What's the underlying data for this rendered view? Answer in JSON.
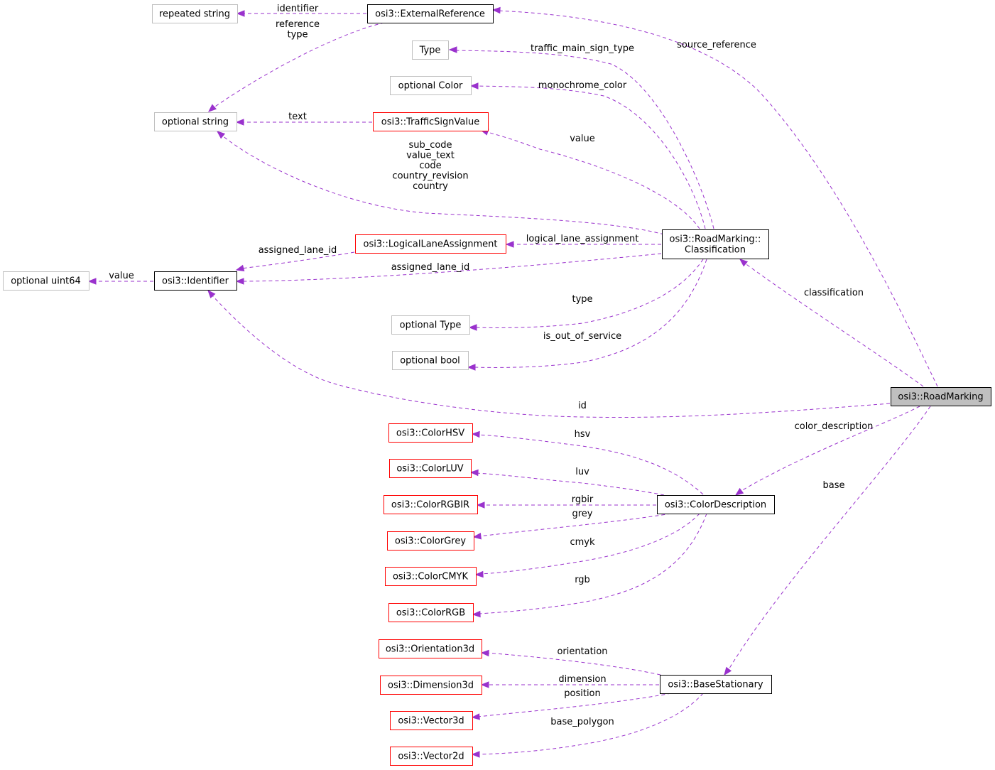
{
  "colors": {
    "edge": "#9a32cd",
    "node_black_border": "#000000",
    "node_red_border": "#ff0000",
    "node_grey_border": "#bfbfbf",
    "root_fill": "#bfbfbf"
  },
  "nodes": {
    "repeated_string": {
      "label": "repeated string",
      "style": "grey"
    },
    "external_reference": {
      "label": "osi3::ExternalReference",
      "style": "black"
    },
    "type": {
      "label": "Type",
      "style": "grey"
    },
    "optional_color": {
      "label": "optional Color",
      "style": "grey"
    },
    "optional_string": {
      "label": "optional string",
      "style": "grey"
    },
    "traffic_sign_value": {
      "label": "osi3::TrafficSignValue",
      "style": "red"
    },
    "logical_lane_assignment": {
      "label": "osi3::LogicalLaneAssignment",
      "style": "red"
    },
    "classification": {
      "label": "osi3::RoadMarking::\nClassification",
      "style": "black"
    },
    "optional_uint64": {
      "label": "optional uint64",
      "style": "grey"
    },
    "identifier": {
      "label": "osi3::Identifier",
      "style": "black"
    },
    "optional_type": {
      "label": "optional Type",
      "style": "grey"
    },
    "optional_bool": {
      "label": "optional bool",
      "style": "grey"
    },
    "road_marking": {
      "label": "osi3::RoadMarking",
      "style": "root"
    },
    "color_hsv": {
      "label": "osi3::ColorHSV",
      "style": "red"
    },
    "color_luv": {
      "label": "osi3::ColorLUV",
      "style": "red"
    },
    "color_rgbir": {
      "label": "osi3::ColorRGBIR",
      "style": "red"
    },
    "color_description": {
      "label": "osi3::ColorDescription",
      "style": "black"
    },
    "color_grey": {
      "label": "osi3::ColorGrey",
      "style": "red"
    },
    "color_cmyk": {
      "label": "osi3::ColorCMYK",
      "style": "red"
    },
    "color_rgb": {
      "label": "osi3::ColorRGB",
      "style": "red"
    },
    "orientation3d": {
      "label": "osi3::Orientation3d",
      "style": "red"
    },
    "dimension3d": {
      "label": "osi3::Dimension3d",
      "style": "red"
    },
    "base_stationary": {
      "label": "osi3::BaseStationary",
      "style": "black"
    },
    "vector3d": {
      "label": "osi3::Vector3d",
      "style": "red"
    },
    "vector2d": {
      "label": "osi3::Vector2d",
      "style": "red"
    }
  },
  "edges": [
    {
      "id": "ext_identifier",
      "from": "external_reference",
      "to": "repeated_string",
      "label": "identifier"
    },
    {
      "id": "ext_reference_type",
      "from": "external_reference",
      "to": "optional_string",
      "label": "reference\ntype"
    },
    {
      "id": "rm_source_reference",
      "from": "road_marking",
      "to": "external_reference",
      "label": "source_reference"
    },
    {
      "id": "cls_traffic_main_sign_type",
      "from": "classification",
      "to": "type",
      "label": "traffic_main_sign_type"
    },
    {
      "id": "cls_monochrome_color",
      "from": "classification",
      "to": "optional_color",
      "label": "monochrome_color"
    },
    {
      "id": "tsv_text",
      "from": "traffic_sign_value",
      "to": "optional_string",
      "label": "text"
    },
    {
      "id": "cls_value",
      "from": "classification",
      "to": "traffic_sign_value",
      "label": "value"
    },
    {
      "id": "cls_string_fields",
      "from": "classification",
      "to": "optional_string",
      "label": "sub_code\nvalue_text\ncode\ncountry_revision\ncountry"
    },
    {
      "id": "cls_logical_lane_assignment",
      "from": "classification",
      "to": "logical_lane_assignment",
      "label": "logical_lane_assignment"
    },
    {
      "id": "lla_assigned_lane_id",
      "from": "logical_lane_assignment",
      "to": "identifier",
      "label": "assigned_lane_id"
    },
    {
      "id": "cls_assigned_lane_id",
      "from": "classification",
      "to": "identifier",
      "label": "assigned_lane_id"
    },
    {
      "id": "id_value",
      "from": "identifier",
      "to": "optional_uint64",
      "label": "value"
    },
    {
      "id": "cls_type",
      "from": "classification",
      "to": "optional_type",
      "label": "type"
    },
    {
      "id": "cls_is_out_of_service",
      "from": "classification",
      "to": "optional_bool",
      "label": "is_out_of_service"
    },
    {
      "id": "rm_classification",
      "from": "road_marking",
      "to": "classification",
      "label": "classification"
    },
    {
      "id": "rm_id",
      "from": "road_marking",
      "to": "identifier",
      "label": "id"
    },
    {
      "id": "rm_color_description",
      "from": "road_marking",
      "to": "color_description",
      "label": "color_description"
    },
    {
      "id": "cd_hsv",
      "from": "color_description",
      "to": "color_hsv",
      "label": "hsv"
    },
    {
      "id": "cd_luv",
      "from": "color_description",
      "to": "color_luv",
      "label": "luv"
    },
    {
      "id": "cd_rgbir",
      "from": "color_description",
      "to": "color_rgbir",
      "label": "rgbir"
    },
    {
      "id": "cd_grey",
      "from": "color_description",
      "to": "color_grey",
      "label": "grey"
    },
    {
      "id": "cd_cmyk",
      "from": "color_description",
      "to": "color_cmyk",
      "label": "cmyk"
    },
    {
      "id": "cd_rgb",
      "from": "color_description",
      "to": "color_rgb",
      "label": "rgb"
    },
    {
      "id": "rm_base",
      "from": "road_marking",
      "to": "base_stationary",
      "label": "base"
    },
    {
      "id": "bs_orientation",
      "from": "base_stationary",
      "to": "orientation3d",
      "label": "orientation"
    },
    {
      "id": "bs_dimension",
      "from": "base_stationary",
      "to": "dimension3d",
      "label": "dimension"
    },
    {
      "id": "bs_position",
      "from": "base_stationary",
      "to": "vector3d",
      "label": "position"
    },
    {
      "id": "bs_base_polygon",
      "from": "base_stationary",
      "to": "vector2d",
      "label": "base_polygon"
    }
  ]
}
